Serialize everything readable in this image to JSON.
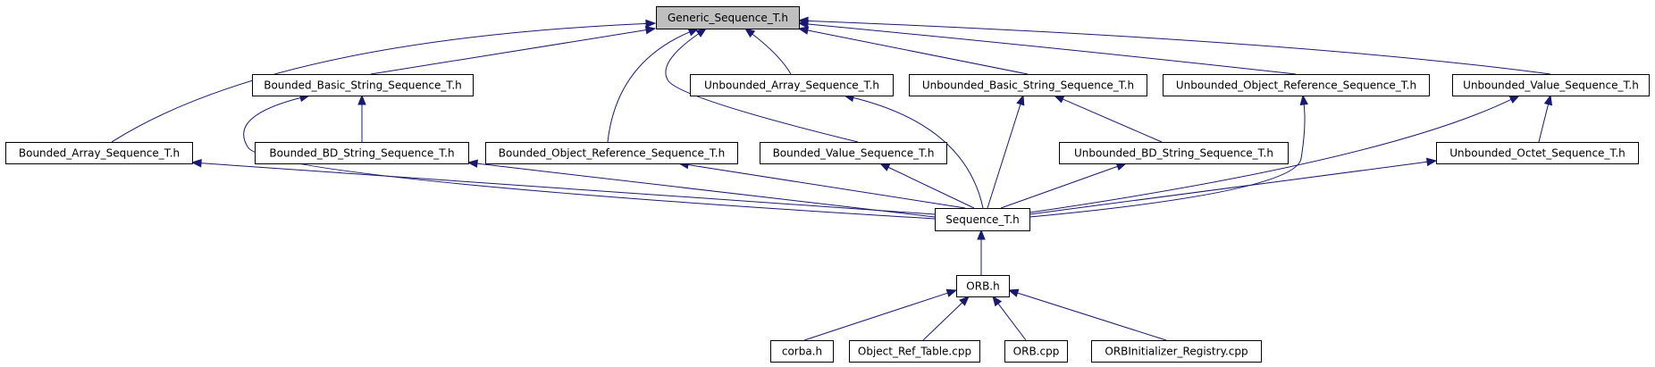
{
  "nodes": [
    {
      "id": "generic",
      "label": "Generic_Sequence_T.h",
      "root": true
    },
    {
      "id": "bbs",
      "label": "Bounded_Basic_String_Sequence_T.h"
    },
    {
      "id": "uas",
      "label": "Unbounded_Array_Sequence_T.h"
    },
    {
      "id": "ubs",
      "label": "Unbounded_Basic_String_Sequence_T.h"
    },
    {
      "id": "uors",
      "label": "Unbounded_Object_Reference_Sequence_T.h"
    },
    {
      "id": "uvs",
      "label": "Unbounded_Value_Sequence_T.h"
    },
    {
      "id": "bas",
      "label": "Bounded_Array_Sequence_T.h"
    },
    {
      "id": "bbds",
      "label": "Bounded_BD_String_Sequence_T.h"
    },
    {
      "id": "bors",
      "label": "Bounded_Object_Reference_Sequence_T.h"
    },
    {
      "id": "bvs",
      "label": "Bounded_Value_Sequence_T.h"
    },
    {
      "id": "ubds",
      "label": "Unbounded_BD_String_Sequence_T.h"
    },
    {
      "id": "uos",
      "label": "Unbounded_Octet_Sequence_T.h"
    },
    {
      "id": "seq",
      "label": "Sequence_T.h"
    },
    {
      "id": "orb",
      "label": "ORB.h"
    },
    {
      "id": "corba",
      "label": "corba.h"
    },
    {
      "id": "ort",
      "label": "Object_Ref_Table.cpp"
    },
    {
      "id": "orbcpp",
      "label": "ORB.cpp"
    },
    {
      "id": "orbinit",
      "label": "ORBInitializer_Registry.cpp"
    }
  ],
  "edges": [
    {
      "from": "bas",
      "to": "generic"
    },
    {
      "from": "bbs",
      "to": "generic"
    },
    {
      "from": "bors",
      "to": "generic"
    },
    {
      "from": "bvs",
      "to": "generic"
    },
    {
      "from": "uas",
      "to": "generic"
    },
    {
      "from": "ubs",
      "to": "generic"
    },
    {
      "from": "uors",
      "to": "generic"
    },
    {
      "from": "uvs",
      "to": "generic"
    },
    {
      "from": "bbds",
      "to": "bbs"
    },
    {
      "from": "ubds",
      "to": "ubs"
    },
    {
      "from": "uos",
      "to": "uvs"
    },
    {
      "from": "seq",
      "to": "bas"
    },
    {
      "from": "seq",
      "to": "bbs"
    },
    {
      "from": "seq",
      "to": "bbds"
    },
    {
      "from": "seq",
      "to": "bors"
    },
    {
      "from": "seq",
      "to": "bvs"
    },
    {
      "from": "seq",
      "to": "uas"
    },
    {
      "from": "seq",
      "to": "ubs"
    },
    {
      "from": "seq",
      "to": "ubds"
    },
    {
      "from": "seq",
      "to": "uors"
    },
    {
      "from": "seq",
      "to": "uvs"
    },
    {
      "from": "seq",
      "to": "uos"
    },
    {
      "from": "orb",
      "to": "seq"
    },
    {
      "from": "corba",
      "to": "orb"
    },
    {
      "from": "ort",
      "to": "orb"
    },
    {
      "from": "orbcpp",
      "to": "orb"
    },
    {
      "from": "orbinit",
      "to": "orb"
    }
  ],
  "colors": {
    "edge": "#191970",
    "root_fill": "#bfbfbf",
    "node_fill": "#ffffff",
    "node_stroke": "#000000"
  }
}
